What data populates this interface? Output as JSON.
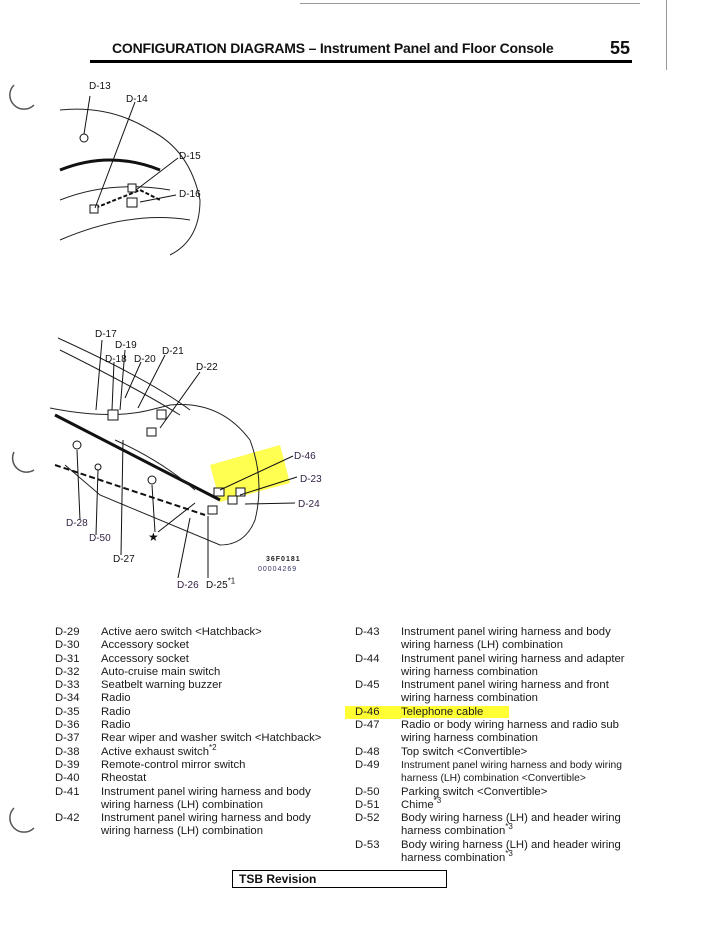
{
  "header": {
    "title": "CONFIGURATION DIAGRAMS – Instrument Panel and Floor Console",
    "page_number": "55"
  },
  "diagram1": {
    "labels": [
      "D-13",
      "D-14",
      "D-15",
      "D-16"
    ]
  },
  "diagram2": {
    "labels": [
      "D-17",
      "D-19",
      "D-18",
      "D-20",
      "D-21",
      "D-22",
      "D-46",
      "D-23",
      "D-24",
      "D-28",
      "D-50",
      "D-27",
      "D-26",
      "D-25*1"
    ],
    "code": "36F0181",
    "doc_number": "00004269",
    "star": "★",
    "highlight_color": "#ffff33"
  },
  "legend_left": [
    {
      "code": "D-29",
      "text": "Active aero switch <Hatchback>"
    },
    {
      "code": "D-30",
      "text": "Accessory socket"
    },
    {
      "code": "D-31",
      "text": "Accessory socket"
    },
    {
      "code": "D-32",
      "text": "Auto-cruise main switch"
    },
    {
      "code": "D-33",
      "text": "Seatbelt warning buzzer"
    },
    {
      "code": "D-34",
      "text": "Radio"
    },
    {
      "code": "D-35",
      "text": "Radio"
    },
    {
      "code": "D-36",
      "text": "Radio"
    },
    {
      "code": "D-37",
      "text": "Rear wiper and washer switch <Hatchback>"
    },
    {
      "code": "D-38",
      "text": "Active exhaust switch*2"
    },
    {
      "code": "D-39",
      "text": "Remote-control mirror switch"
    },
    {
      "code": "D-40",
      "text": "Rheostat"
    },
    {
      "code": "D-41",
      "text": "Instrument panel wiring harness and body wiring harness (LH) combination"
    },
    {
      "code": "D-42",
      "text": "Instrument panel wiring harness and body wiring harness (LH) combination"
    }
  ],
  "legend_right": [
    {
      "code": "D-43",
      "text": "Instrument panel wiring harness and body wiring harness (LH) combination"
    },
    {
      "code": "D-44",
      "text": "Instrument panel wiring harness and adapter wiring harness combination"
    },
    {
      "code": "D-45",
      "text": "Instrument panel wiring harness and front wiring harness combination"
    },
    {
      "code": "D-46",
      "text": "Telephone cable"
    },
    {
      "code": "D-47",
      "text": "Radio or body wiring harness and radio sub wiring harness combination"
    },
    {
      "code": "D-48",
      "text": "Top switch <Convertible>"
    },
    {
      "code": "D-49",
      "text": "Instrument panel wiring harness and body wiring harness (LH) combination <Convertible>"
    },
    {
      "code": "D-50",
      "text": "Parking switch <Convertible>"
    },
    {
      "code": "D-51",
      "text": "Chime*3"
    },
    {
      "code": "D-52",
      "text": "Body wiring harness (LH) and header wiring harness combination*3"
    },
    {
      "code": "D-53",
      "text": "Body wiring harness (LH) and header wiring harness combination*3"
    }
  ],
  "footer": {
    "tsb_label": "TSB Revision"
  }
}
